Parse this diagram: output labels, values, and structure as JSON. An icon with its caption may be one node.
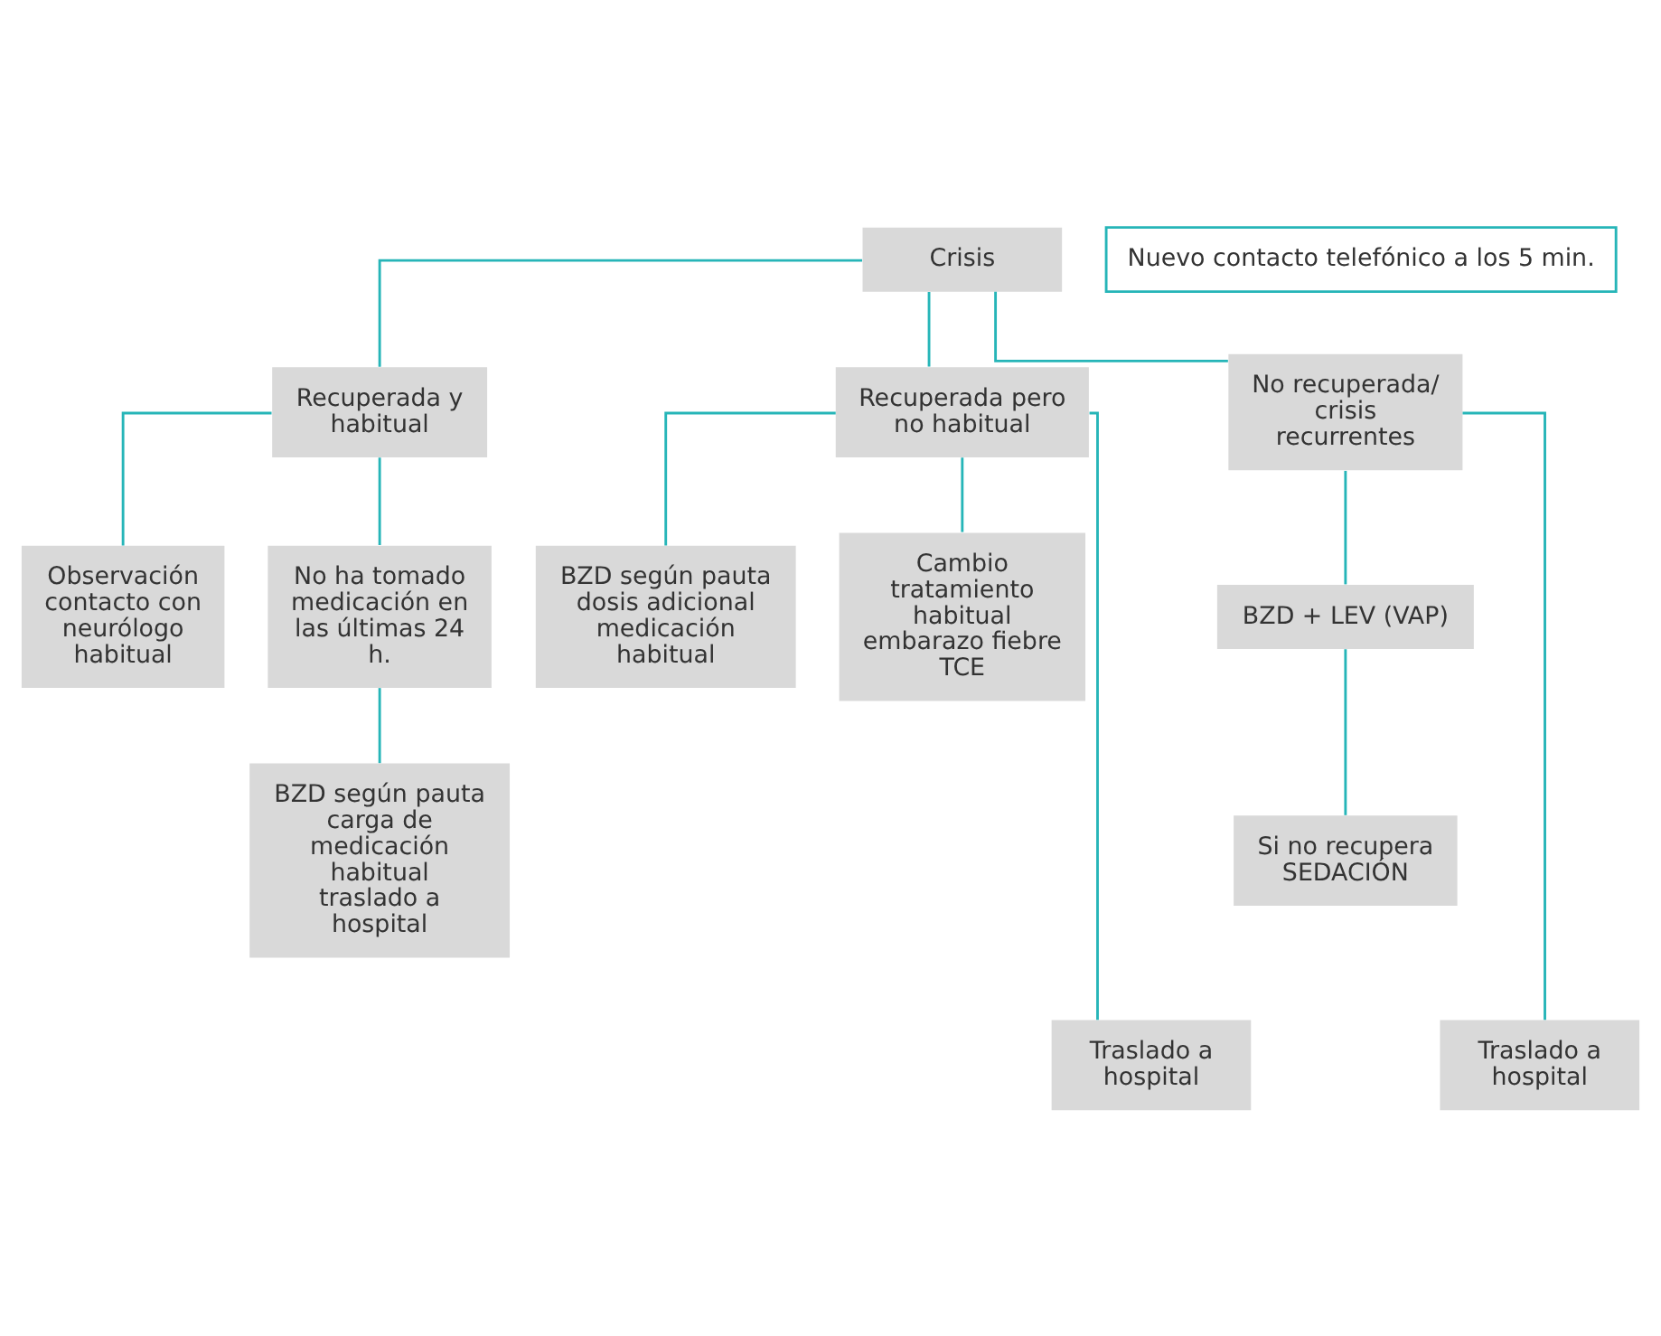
{
  "diagram": {
    "nodes": [
      {
        "text": [
          "Crisis"
        ]
      },
      {
        "text": [
          "Nuevo contacto telefónico a los 5 min."
        ]
      },
      {
        "text": [
          "Recuperada y habitual"
        ]
      },
      {
        "text": [
          "Recuperada pero no habitual"
        ]
      },
      {
        "text": [
          "No recuperada/ crisis recurrentes"
        ]
      },
      {
        "text": [
          "Observación contacto con neurólogo habitual"
        ]
      },
      {
        "text": [
          "No ha tomado medicación en las últimas 24 h."
        ]
      },
      {
        "text": [
          "BZD según pauta dosis adicional medicación habitual"
        ]
      },
      {
        "text": [
          "Cambio tratamiento habitual embarazo fiebre TCE"
        ]
      },
      {
        "text": [
          "BZD + LEV (VAP)"
        ]
      },
      {
        "text": [
          "BZD según pauta carga de medicación habitual traslado a hospital"
        ]
      },
      {
        "text": [
          "Si no recupera SEDACIÓN"
        ]
      },
      {
        "text": [
          "Traslado a hospital"
        ]
      },
      {
        "text": [
          "Traslado a hospital"
        ]
      }
    ],
    "edges": [
      {
        "from": 0,
        "to": 2,
        "arrow": "none"
      },
      {
        "from": 0,
        "to": 3,
        "arrow": "none"
      },
      {
        "from": 0,
        "to": 4,
        "arrow": "none"
      },
      {
        "from": 2,
        "to": 5,
        "arrow": "none"
      },
      {
        "from": 2,
        "to": 6,
        "arrow": "none"
      },
      {
        "from": 3,
        "to": 7,
        "arrow": "none"
      },
      {
        "from": 3,
        "to": 8,
        "arrow": "none"
      },
      {
        "from": 3,
        "to": 12,
        "arrow": "none"
      },
      {
        "from": 4,
        "to": 9,
        "arrow": "none"
      },
      {
        "from": 4,
        "to": 13,
        "arrow": "none"
      },
      {
        "from": 6,
        "to": 10,
        "arrow": "none"
      },
      {
        "from": 9,
        "to": 11,
        "arrow": "none"
      }
    ]
  }
}
